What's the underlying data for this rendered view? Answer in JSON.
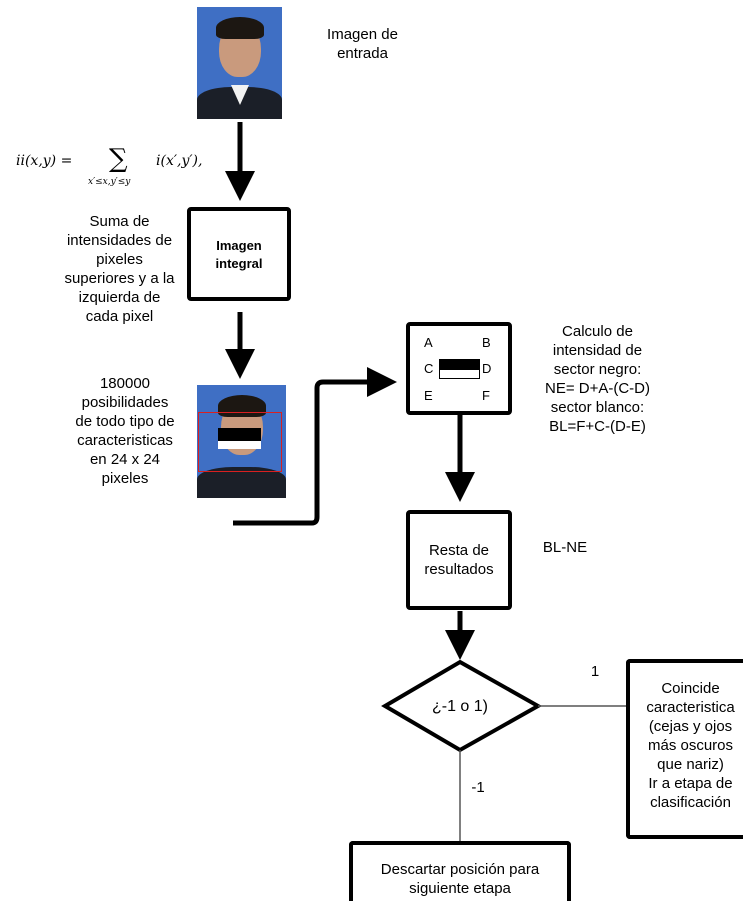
{
  "input_image": {
    "caption_lines": [
      "Imagen de",
      "entrada"
    ]
  },
  "formula": {
    "lhs": "ii(x,y) =",
    "sum_symbol": "∑",
    "subscript": "x′≤x,y′≤y",
    "rhs": "i(x′,y′),"
  },
  "sum_description": {
    "lines": [
      "Suma de",
      "intensidades de",
      "pixeles",
      "superiores y a la",
      "izquierda de",
      "cada pixel"
    ]
  },
  "integral_box": {
    "lines": [
      "Imagen",
      "integral"
    ]
  },
  "features_description": {
    "lines": [
      "180000",
      "posibilidades",
      "de todo tipo de",
      "caracteristicas",
      "en 24 x 24",
      "pixeles"
    ]
  },
  "region_box": {
    "label_a": "A",
    "label_b": "B",
    "label_c": "C",
    "label_d": "D",
    "label_e": "E",
    "label_f": "F"
  },
  "calc_description": {
    "lines": [
      "Calculo de",
      "intensidad de",
      "sector negro:",
      "NE= D+A-(C-D)",
      "sector blanco:",
      "BL=F+C-(D-E)"
    ]
  },
  "subtract_box": {
    "lines": [
      "Resta de",
      "resultados"
    ]
  },
  "subtract_note": "BL-NE",
  "decision": {
    "label": "¿-1 o 1)"
  },
  "branch_labels": {
    "positive": "1",
    "negative": "-1"
  },
  "match_box": {
    "lines": [
      "Coincide",
      "caracteristica",
      "(cejas y ojos",
      "más oscuros",
      "que nariz)",
      "Ir a etapa de",
      "clasificación"
    ]
  },
  "discard_box": {
    "lines": [
      "Descartar posición para",
      "siguiente etapa"
    ]
  },
  "colors": {
    "line": "#000000",
    "photo_bg": "#3f6fc4",
    "face_box": "#d92020",
    "connector": "#555555"
  }
}
